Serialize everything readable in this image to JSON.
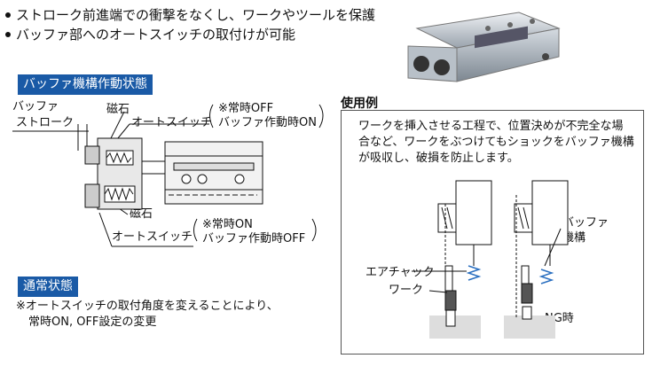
{
  "bullets": [
    "ストローク前進端での衝撃をなくし、ワークやツールを保護",
    "バッファ部へのオートスイッチの取付けが可能"
  ],
  "buffer_section": {
    "header": "バッファ機構作動状態",
    "label_buffer_stroke": [
      "バッファ",
      "ストローク"
    ],
    "label_magnet_top": "磁石",
    "label_autoswitch_top": "オートスイッチ",
    "note_top": [
      "※常時OFF",
      "バッファ作動時ON"
    ],
    "label_magnet_bottom": "磁石",
    "label_autoswitch_bottom": "オートスイッチ",
    "note_bottom": [
      "※常時ON",
      "バッファ作動時OFF"
    ]
  },
  "normal_section": {
    "header": "通常状態",
    "note": [
      "※オートスイッチの取付角度を変えることにより、",
      "常時ON, OFF設定の変更"
    ]
  },
  "example": {
    "title": "使用例",
    "text": [
      "ワークを挿入させる工程で、位置決めが不完全な場",
      "合など、ワークをぶつけてもショックをバッファ機構",
      "が吸収し、破損を防止します。"
    ],
    "label_buffer": [
      "バッファ",
      "機構"
    ],
    "label_air_chuck": "エアチャック",
    "label_work": "ワーク",
    "label_ng": "NG時"
  },
  "colors": {
    "header_bg": "#1a5aa6",
    "spring": "#2a6fc0",
    "work": "#555555"
  }
}
